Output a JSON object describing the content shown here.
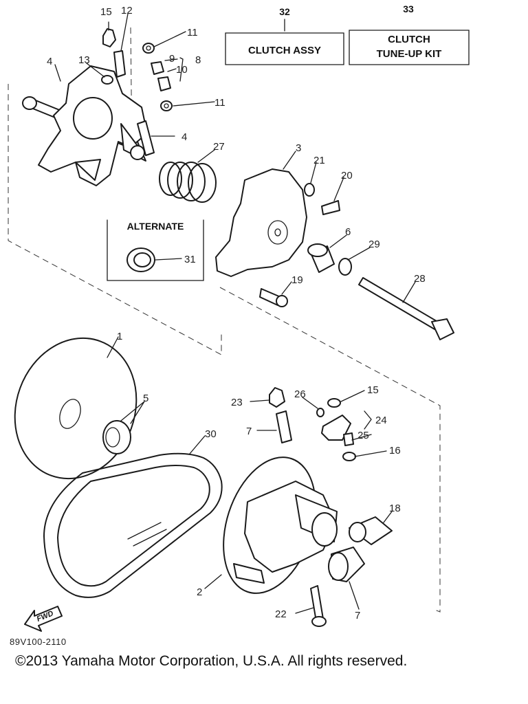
{
  "kits": {
    "assy": {
      "number": "32",
      "label": "CLUTCH ASSY"
    },
    "tuneup": {
      "number": "33",
      "label_line1": "CLUTCH",
      "label_line2": "TUNE-UP KIT"
    }
  },
  "alternate_label": "ALTERNATE",
  "fwd_label": "FWD",
  "diagram_code": "89V100-2110",
  "copyright": "©2013 Yamaha Motor Corporation, U.S.A. All rights reserved.",
  "callouts": {
    "c15a": "15",
    "c12": "12",
    "c11a": "11",
    "c13": "13",
    "c9": "9",
    "c10": "10",
    "c8": "8",
    "c4a": "4",
    "c11b": "11",
    "c4b": "4",
    "c27": "27",
    "c3": "3",
    "c21": "21",
    "c20": "20",
    "c31": "31",
    "c6": "6",
    "c29": "29",
    "c19": "19",
    "c28": "28",
    "c1": "1",
    "c5": "5",
    "c23": "23",
    "c26": "26",
    "c15b": "15",
    "c24": "24",
    "c7a": "7",
    "c25": "25",
    "c16": "16",
    "c30": "30",
    "c18": "18",
    "c2": "2",
    "c22": "22",
    "c7b": "7"
  }
}
